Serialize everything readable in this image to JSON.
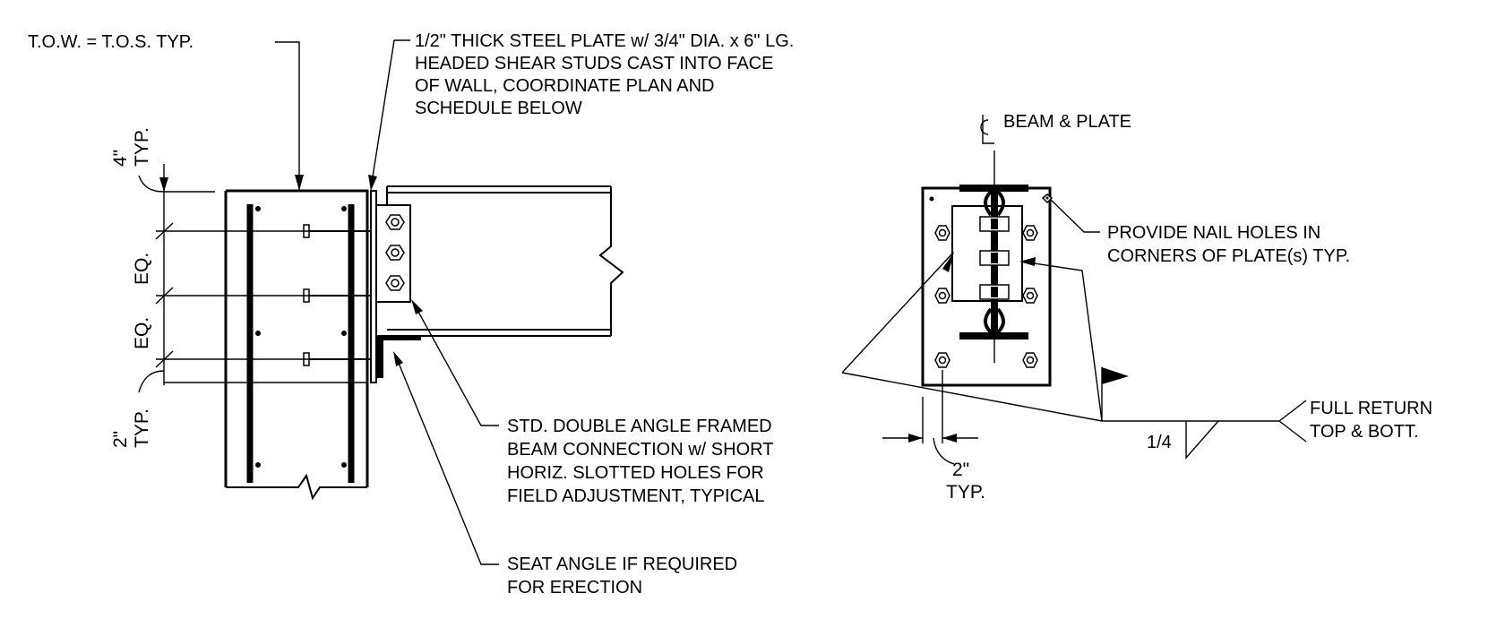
{
  "notes": {
    "tow": "T.O.W. = T.O.S. TYP.",
    "plate": [
      "1/2\" THICK STEEL PLATE w/ 3/4\" DIA. x 6\" LG.",
      "HEADED SHEAR STUDS CAST INTO FACE",
      "OF WALL, COORDINATE PLAN AND",
      "SCHEDULE BELOW"
    ],
    "double_angle": [
      "STD. DOUBLE ANGLE FRAMED",
      "BEAM CONNECTION w/ SHORT",
      "HORIZ. SLOTTED HOLES FOR",
      "FIELD ADJUSTMENT, TYPICAL"
    ],
    "seat_angle": [
      "SEAT ANGLE IF REQUIRED",
      "FOR ERECTION"
    ],
    "centerline": "BEAM & PLATE",
    "nail_holes": [
      "PROVIDE NAIL HOLES IN",
      "CORNERS OF PLATE(s) TYP."
    ],
    "weld": [
      "FULL RETURN",
      "TOP & BOTT."
    ],
    "weld_size": "1/4"
  },
  "dims": {
    "top": [
      "4\"",
      "TYP."
    ],
    "eq1": "EQ.",
    "eq2": "EQ.",
    "bottom": [
      "2\"",
      "TYP."
    ],
    "plate_edge": [
      "2\"",
      "TYP."
    ]
  }
}
